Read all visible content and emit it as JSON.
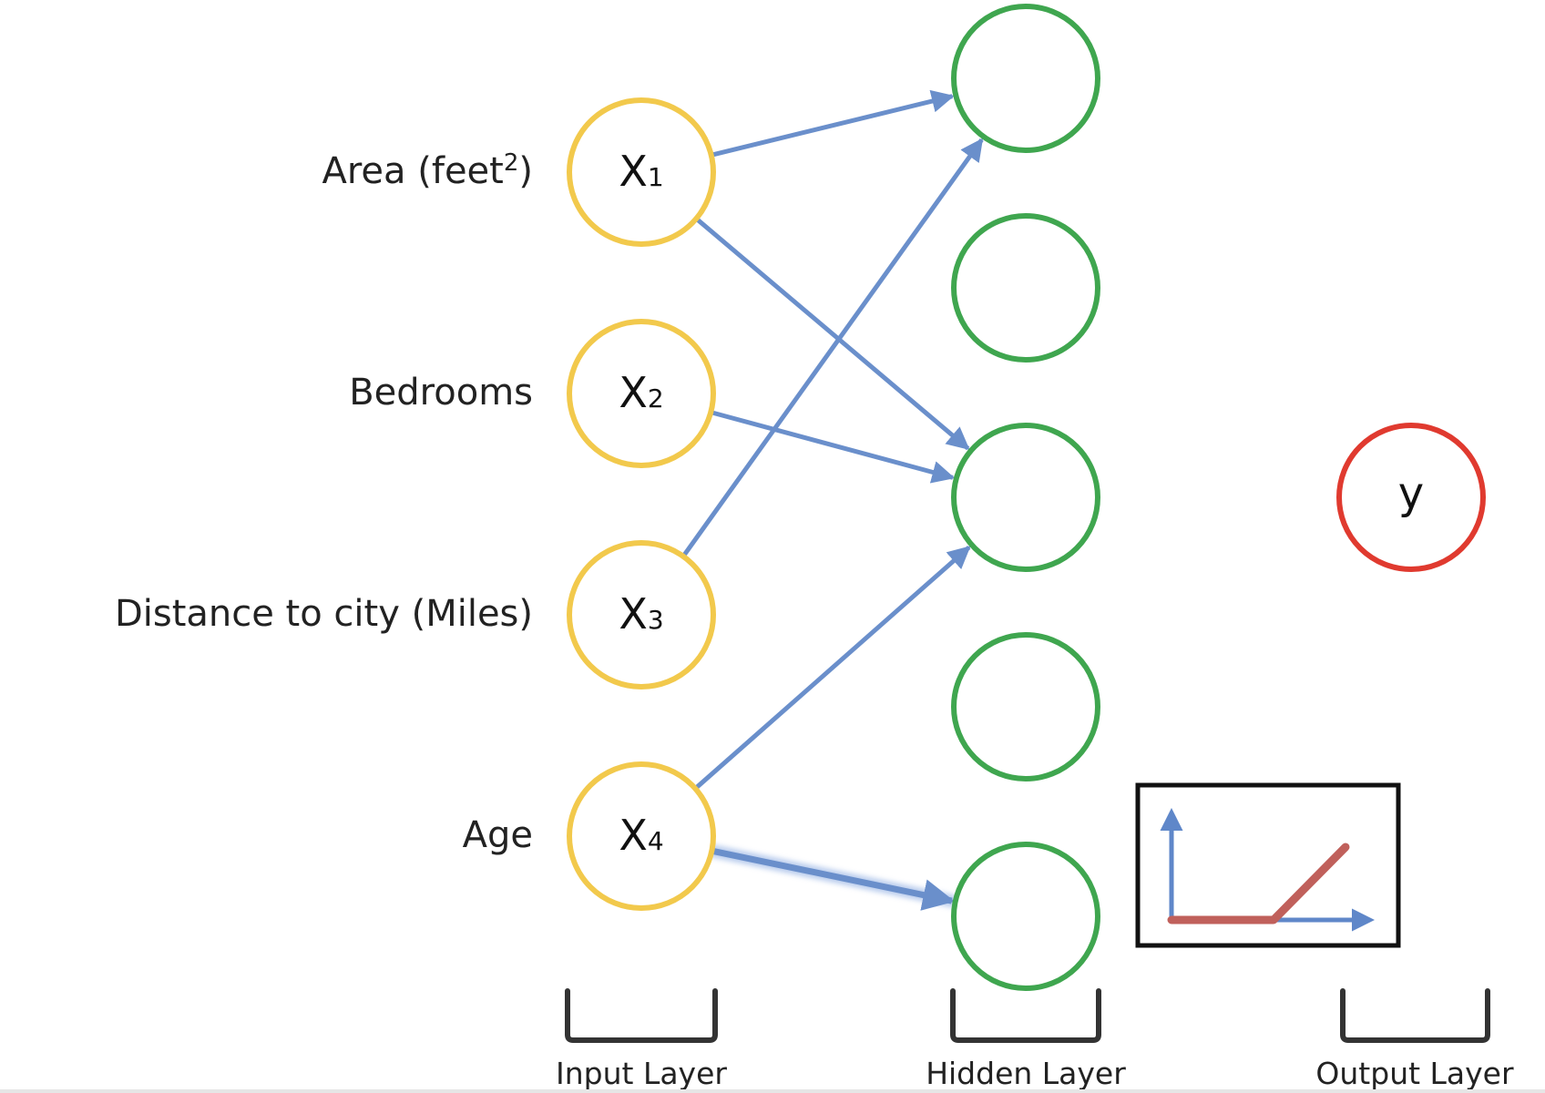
{
  "colors": {
    "input_node": "#F2C94C",
    "hidden_node": "#3FA64F",
    "output_node": "#E03A2F",
    "connection": "#6A8FCB",
    "activation_curve": "#C0605B",
    "activation_axes": "#5F87C9",
    "bracket": "#333333",
    "frame": "#111111"
  },
  "input_layer": {
    "features": [
      {
        "label": "Area (feet",
        "superscript": "2",
        "label_suffix": ")",
        "symbol": "X",
        "subscript": "1"
      },
      {
        "label": "Bedrooms",
        "superscript": "",
        "label_suffix": "",
        "symbol": "X",
        "subscript": "2"
      },
      {
        "label": "Distance to city (Miles)",
        "superscript": "",
        "label_suffix": "",
        "symbol": "X",
        "subscript": "3"
      },
      {
        "label": "Age",
        "superscript": "",
        "label_suffix": "",
        "symbol": "X",
        "subscript": "4"
      }
    ]
  },
  "hidden_layer": {
    "node_count": 5
  },
  "output_layer": {
    "symbol": "y"
  },
  "connections": [
    {
      "from": 0,
      "to": 0,
      "highlighted": false
    },
    {
      "from": 0,
      "to": 2,
      "highlighted": false
    },
    {
      "from": 1,
      "to": 2,
      "highlighted": false
    },
    {
      "from": 2,
      "to": 0,
      "highlighted": false
    },
    {
      "from": 3,
      "to": 2,
      "highlighted": false
    },
    {
      "from": 3,
      "to": 4,
      "highlighted": true
    }
  ],
  "activation_icon": {
    "name": "relu-activation-icon"
  },
  "layer_labels": {
    "input": "Input Layer",
    "hidden": "Hidden Layer",
    "output": "Output Layer"
  }
}
